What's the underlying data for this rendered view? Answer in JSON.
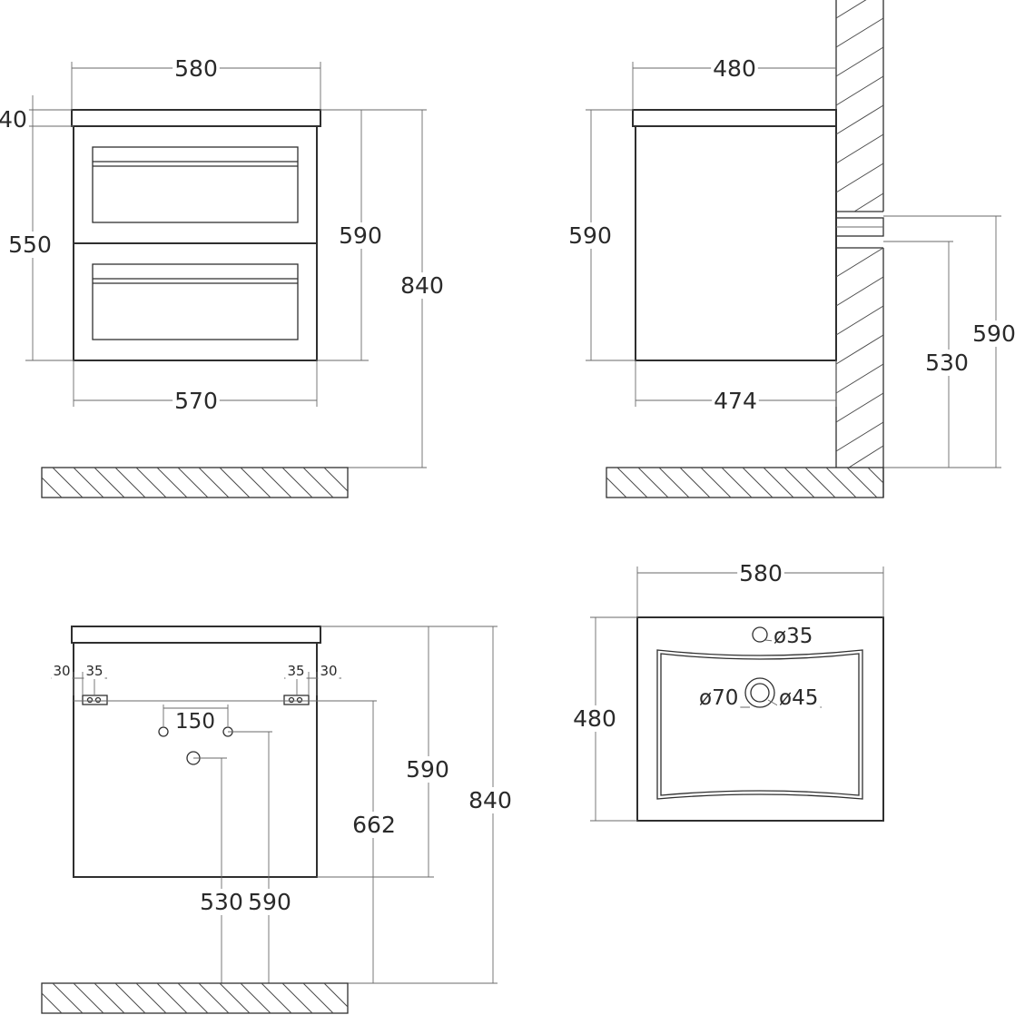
{
  "front_view": {
    "top_width": "580",
    "countertop_thickness": "40",
    "body_height": "550",
    "cabinet_height": "590",
    "total_height": "840",
    "body_width": "570"
  },
  "side_view": {
    "top_depth": "480",
    "cabinet_height": "590",
    "mount_to_floor": "590",
    "mount_lower_to_floor": "530",
    "body_depth": "474"
  },
  "back_view": {
    "left_edge_offset": "30",
    "left_mount_offset": "35",
    "right_mount_offset": "35",
    "right_edge_offset": "30",
    "pipe_spacing": "150",
    "cabinet_height": "590",
    "mount_height": "662",
    "total_height": "840",
    "drain_height": "530",
    "pipe_height": "590"
  },
  "top_view": {
    "width": "580",
    "depth": "480",
    "tap_hole": "ø35",
    "drain_outer": "ø70",
    "drain_inner": "ø45"
  }
}
